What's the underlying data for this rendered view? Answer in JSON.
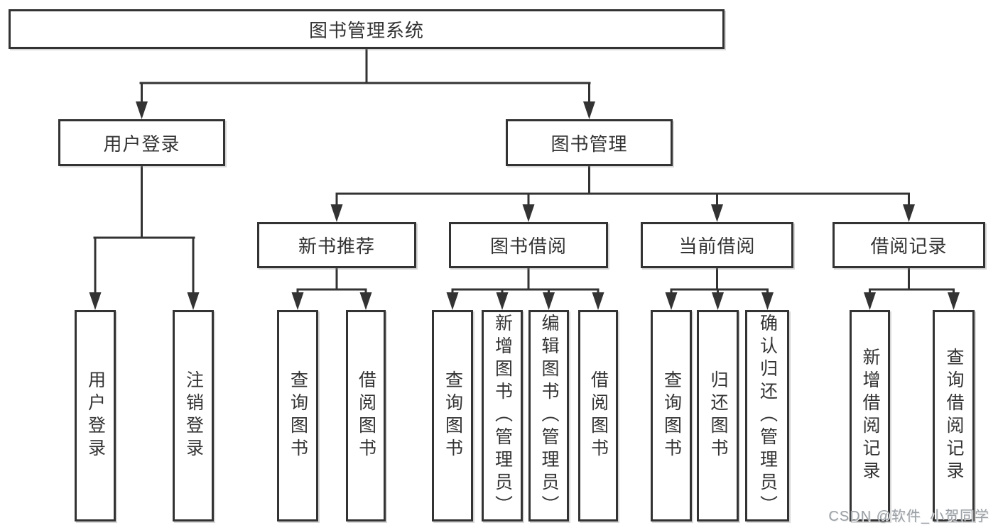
{
  "colors": {
    "line": "#333333",
    "border": "#333333",
    "text": "#333333",
    "background": "#ffffff",
    "watermark": "#9aa0a5"
  },
  "watermark": {
    "text": "CSDN @软件_小贺同学"
  },
  "tree": {
    "root": {
      "label": "图书管理系统",
      "children": [
        {
          "label": "用户登录",
          "children": [
            {
              "label": "用户登录"
            },
            {
              "label": "注销登录"
            }
          ]
        },
        {
          "label": "图书管理",
          "children": [
            {
              "label": "新书推荐",
              "children": [
                {
                  "label": "查询图书"
                },
                {
                  "label": "借阅图书"
                }
              ]
            },
            {
              "label": "图书借阅",
              "children": [
                {
                  "label": "查询图书"
                },
                {
                  "label": "新增图书（管理员）"
                },
                {
                  "label": "编辑图书（管理员）"
                },
                {
                  "label": "借阅图书"
                }
              ]
            },
            {
              "label": "当前借阅",
              "children": [
                {
                  "label": "查询图书"
                },
                {
                  "label": "归还图书"
                },
                {
                  "label": "确认归还（管理员）"
                }
              ]
            },
            {
              "label": "借阅记录",
              "children": [
                {
                  "label": "新增借阅记录"
                },
                {
                  "label": "查询借阅记录"
                }
              ]
            }
          ]
        }
      ]
    }
  }
}
